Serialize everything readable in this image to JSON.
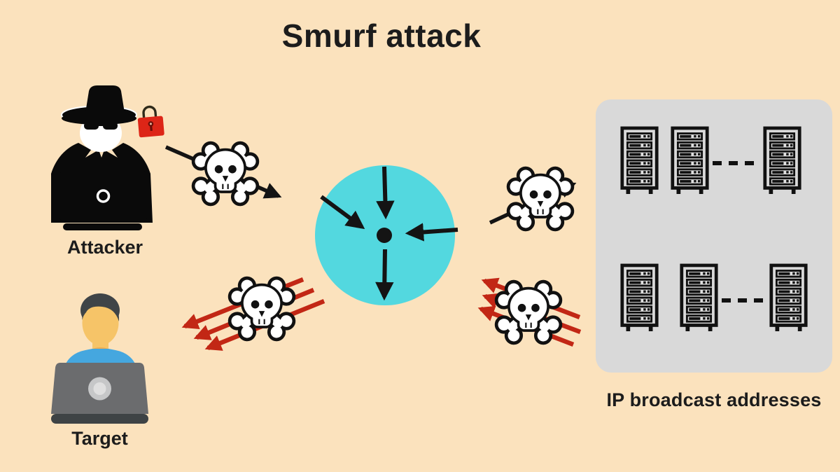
{
  "title": "Smurf attack",
  "labels": {
    "attacker": "Attacker",
    "target": "Target",
    "broadcast": "IP broadcast addresses"
  },
  "colors": {
    "background": "#FBE2BD",
    "amplifier_circle": "#53D8DF",
    "broadcast_box": "#D9D9D9",
    "attack_arrow": "#141414",
    "flood_arrow": "#C22715",
    "padlock_body": "#DD2517"
  },
  "counts": {
    "server_rows": 2,
    "servers_per_row": 3,
    "flood_arrows_to_target": 3,
    "flood_arrows_from_servers": 3,
    "skull_icons": 4
  },
  "icons": {
    "attacker": "spy-hacker-with-laptop-icon",
    "target": "person-at-laptop-icon",
    "malware": "skull-and-crossbones-icon",
    "lock": "red-padlock-icon",
    "server": "server-rack-icon",
    "amplifier": "network-amplifier-circle"
  }
}
